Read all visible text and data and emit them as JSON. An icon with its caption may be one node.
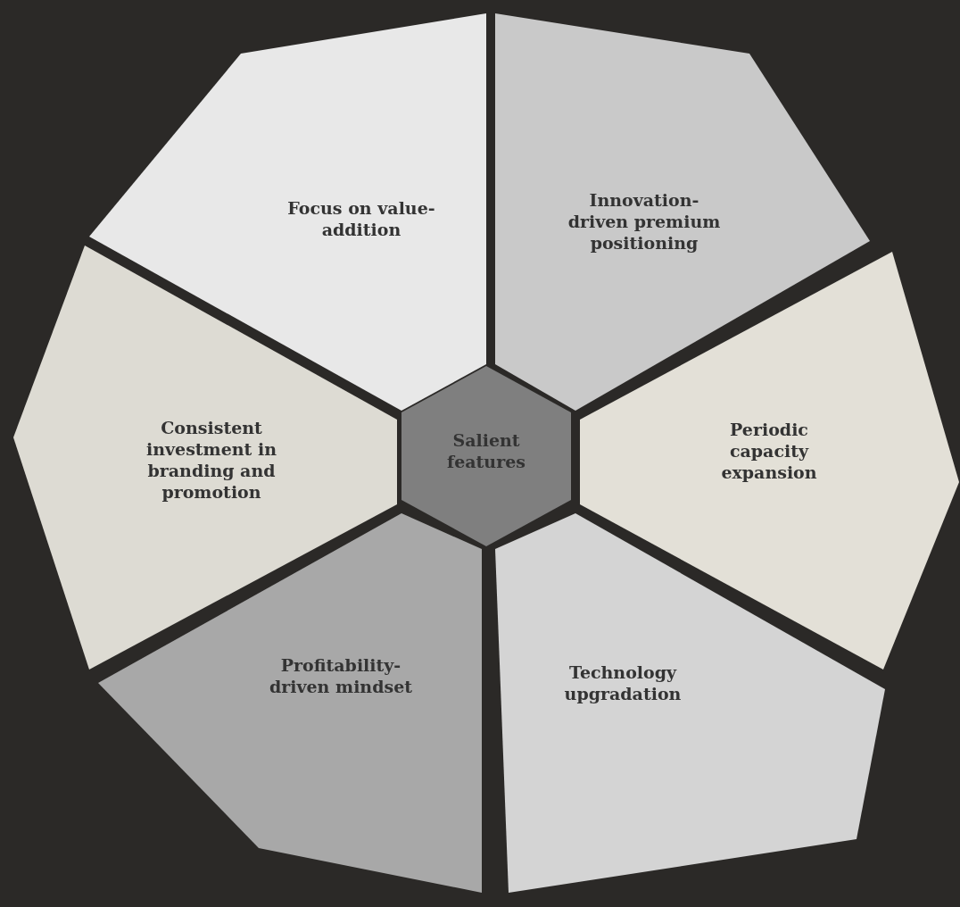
{
  "diagram": {
    "nodes": [
      {
        "text": [
          "Focus on value-addition"
        ]
      },
      {
        "text": [
          "Innovation-driven premium positioning"
        ]
      },
      {
        "text": [
          "Consistent investment in branding and promotion"
        ]
      },
      {
        "text": [
          "Salient features"
        ]
      },
      {
        "text": [
          "Periodic capacity expansion"
        ]
      },
      {
        "text": [
          "Profitability-driven mindset"
        ]
      },
      {
        "text": [
          "Technology upgradation"
        ]
      }
    ]
  }
}
